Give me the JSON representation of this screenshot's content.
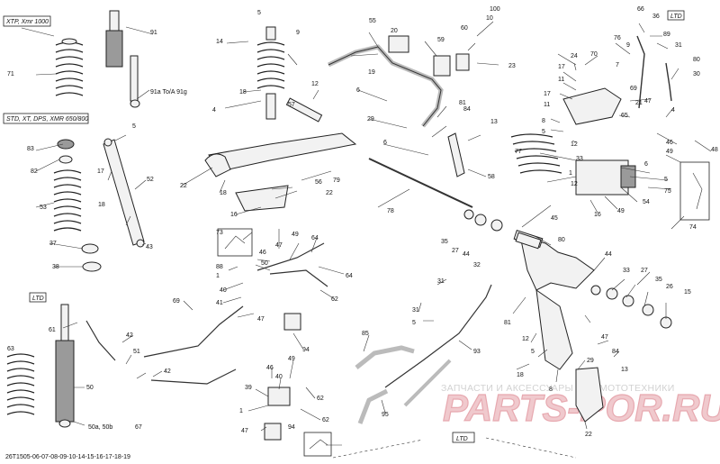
{
  "diagram": {
    "tags": {
      "xtp": "XTP, Xmr 1000",
      "std": "STD, XT, DPS, XMR 650/800",
      "ltd_top": "LTD",
      "ltd_left": "LTD",
      "ltd_bottom": "LTD"
    },
    "labels": {
      "l1": "1",
      "l4": "4",
      "l5": "5",
      "l5b": "5",
      "l6": "6",
      "l6b": "6",
      "l7": "7",
      "l8": "8",
      "l9": "9",
      "l9b": "9",
      "l10": "10",
      "l11": "11",
      "l12": "12",
      "l13": "13",
      "l13b": "13",
      "l14": "14",
      "l15": "15",
      "l16": "16",
      "l17": "17",
      "l17b": "17",
      "l18": "18",
      "l18b": "18",
      "l18c": "18",
      "l19": "19",
      "l20": "20",
      "l21": "21",
      "l22": "22",
      "l22b": "22",
      "l22c": "22",
      "l23": "23",
      "l24": "24",
      "l26": "26",
      "l27": "27",
      "l27b": "27",
      "l29": "29",
      "l30": "30",
      "l31": "31",
      "l31b": "31",
      "l32": "32",
      "l33": "33",
      "l35": "35",
      "l35b": "35",
      "l36": "36",
      "l37": "37",
      "l38": "38",
      "l39": "39",
      "l40": "40",
      "l40b": "40",
      "l41": "41",
      "l42": "42",
      "l42b": "42",
      "l43": "43",
      "l44": "44",
      "l44b": "44",
      "l45": "45",
      "l46": "46",
      "l46b": "46",
      "l46c": "46",
      "l47": "47",
      "l47b": "47",
      "l47c": "47",
      "l48": "48",
      "l49": "49",
      "l49b": "49",
      "l49c": "49",
      "l50": "50",
      "l50ab": "50a, 50b",
      "l51": "51",
      "l52": "52",
      "l53": "53",
      "l54": "54",
      "l55": "55",
      "l56": "56",
      "l57": "57",
      "l58": "58",
      "l59": "59",
      "l60": "60",
      "l61": "61",
      "l62": "62",
      "l62b": "62",
      "l63": "63",
      "l64": "64",
      "l65": "65",
      "l66": "66",
      "l67": "67",
      "l69": "69",
      "l70": "70",
      "l71": "71",
      "l73": "73",
      "l74": "74",
      "l75": "75",
      "l76": "76",
      "l77": "77",
      "l78": "78",
      "l79": "79",
      "l80": "80",
      "l80b": "80",
      "l81": "81",
      "l81b": "81",
      "l82": "82",
      "l83": "83",
      "l84": "84",
      "l84b": "84",
      "l85": "85",
      "l88": "88",
      "l89": "89",
      "l91": "91",
      "l91ag": "91a To/A 91g",
      "l93": "93",
      "l94": "94",
      "l94b": "94",
      "l95": "95",
      "l100": "100"
    },
    "footer_code": "26T1505-06-07-08-09-10-14-15-16-17-18-19",
    "watermark_text": "ЗАПЧАСТИ И АКСЕССУАРЫ ДЛЯ МОТОТЕХНИКИ",
    "watermark_logo": "PARTS-POR.RU"
  }
}
